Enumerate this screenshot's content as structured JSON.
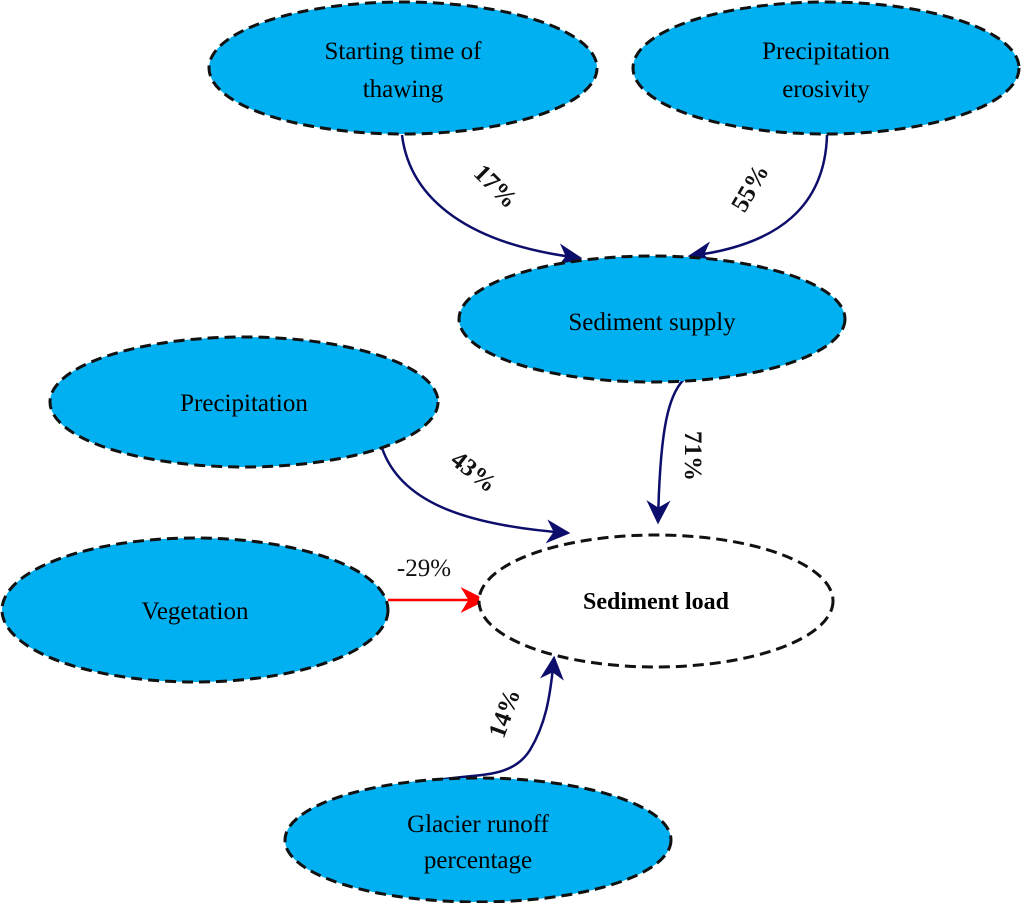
{
  "colors": {
    "node_fill": "#00b0f0",
    "target_fill": "#ffffff",
    "node_border": "#111111",
    "positive_edge": "#0d0d6b",
    "negative_edge": "#ff0000"
  },
  "nodes": {
    "thawing": {
      "line1": "Starting time of",
      "line2": "thawing"
    },
    "erosivity": {
      "line1": "Precipitation",
      "line2": "erosivity"
    },
    "supply": {
      "label": "Sediment supply"
    },
    "precipitation": {
      "label": "Precipitation"
    },
    "vegetation": {
      "label": "Vegetation"
    },
    "load": {
      "label": "Sediment load"
    },
    "glacier": {
      "line1": "Glacier runoff",
      "line2": "percentage"
    }
  },
  "edges": {
    "thawing_to_supply": "17%",
    "erosivity_to_supply": "55%",
    "supply_to_load": "71%",
    "precipitation_to_load": "43%",
    "vegetation_to_load": "-29%",
    "glacier_to_load": "14%"
  }
}
